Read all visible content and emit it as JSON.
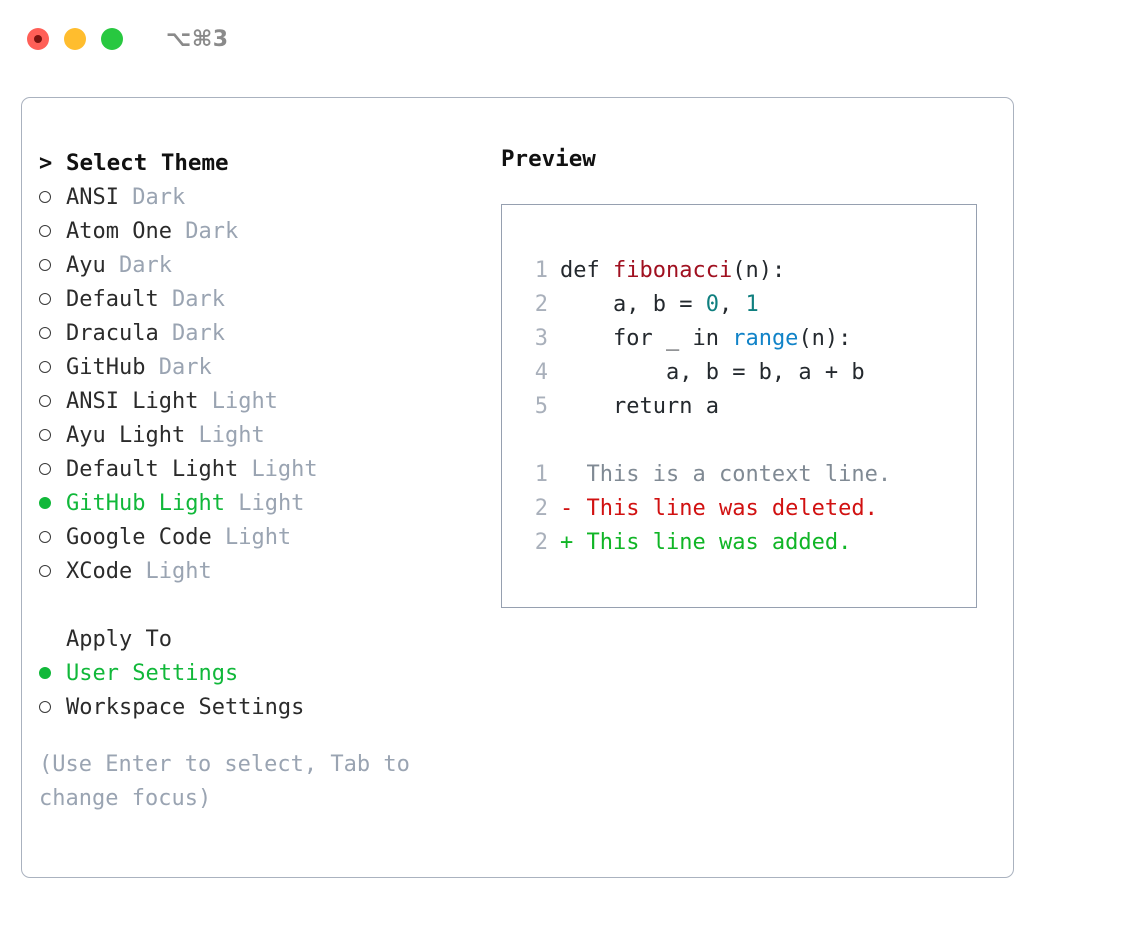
{
  "window": {
    "title": "⌥⌘3",
    "traffic_lights": [
      {
        "name": "close",
        "color": "#ff5f57"
      },
      {
        "name": "minimize",
        "color": "#ffbd2e"
      },
      {
        "name": "maximize",
        "color": "#28c840"
      }
    ]
  },
  "theme_list": {
    "header_marker": ">",
    "header": "Select Theme",
    "items": [
      {
        "name": "ANSI",
        "tag": "Dark",
        "selected": false
      },
      {
        "name": "Atom One",
        "tag": "Dark",
        "selected": false
      },
      {
        "name": "Ayu",
        "tag": "Dark",
        "selected": false
      },
      {
        "name": "Default",
        "tag": "Dark",
        "selected": false
      },
      {
        "name": "Dracula",
        "tag": "Dark",
        "selected": false
      },
      {
        "name": "GitHub",
        "tag": "Dark",
        "selected": false
      },
      {
        "name": "ANSI Light",
        "tag": "Light",
        "selected": false
      },
      {
        "name": "Ayu Light",
        "tag": "Light",
        "selected": false
      },
      {
        "name": "Default Light",
        "tag": "Light",
        "selected": false
      },
      {
        "name": "GitHub Light",
        "tag": "Light",
        "selected": true
      },
      {
        "name": "Google Code",
        "tag": "Light",
        "selected": false
      },
      {
        "name": "XCode",
        "tag": "Light",
        "selected": false
      }
    ]
  },
  "apply_to": {
    "label": "Apply To",
    "options": [
      {
        "name": "User Settings",
        "selected": true
      },
      {
        "name": "Workspace Settings",
        "selected": false
      }
    ]
  },
  "hint": "(Use Enter to select, Tab to change focus)",
  "preview": {
    "title": "Preview",
    "code_lines": [
      {
        "num": "1",
        "indent": "",
        "segments": [
          {
            "text": "def ",
            "kind": "plain"
          },
          {
            "text": "fibonacci",
            "kind": "fn"
          },
          {
            "text": "(n):",
            "kind": "plain"
          }
        ]
      },
      {
        "num": "2",
        "indent": "    ",
        "segments": [
          {
            "text": "a, b = ",
            "kind": "plain"
          },
          {
            "text": "0",
            "kind": "num"
          },
          {
            "text": ", ",
            "kind": "plain"
          },
          {
            "text": "1",
            "kind": "num"
          }
        ]
      },
      {
        "num": "3",
        "indent": "    ",
        "segments": [
          {
            "text": "for _ in ",
            "kind": "plain"
          },
          {
            "text": "range",
            "kind": "call"
          },
          {
            "text": "(n):",
            "kind": "plain"
          }
        ]
      },
      {
        "num": "4",
        "indent": "        ",
        "segments": [
          {
            "text": "a, b = b, a + b",
            "kind": "plain"
          }
        ]
      },
      {
        "num": "5",
        "indent": "    ",
        "segments": [
          {
            "text": "return a",
            "kind": "plain"
          }
        ]
      }
    ],
    "diff_lines": [
      {
        "num": "1",
        "sign": "  ",
        "text": "This is a context line.",
        "kind": "context"
      },
      {
        "num": "2",
        "sign": "- ",
        "text": "This line was deleted.",
        "kind": "deleted"
      },
      {
        "num": "2",
        "sign": "+ ",
        "text": "This line was added.",
        "kind": "added"
      }
    ]
  },
  "colors": {
    "accent_green": "#11b83a",
    "muted": "#9aa4b2",
    "border": "#aab2bf",
    "diff_deleted": "#d11111",
    "diff_added": "#10b526",
    "token_function": "#a01020",
    "token_number": "#0f7f7f",
    "token_call": "#1183c8"
  }
}
